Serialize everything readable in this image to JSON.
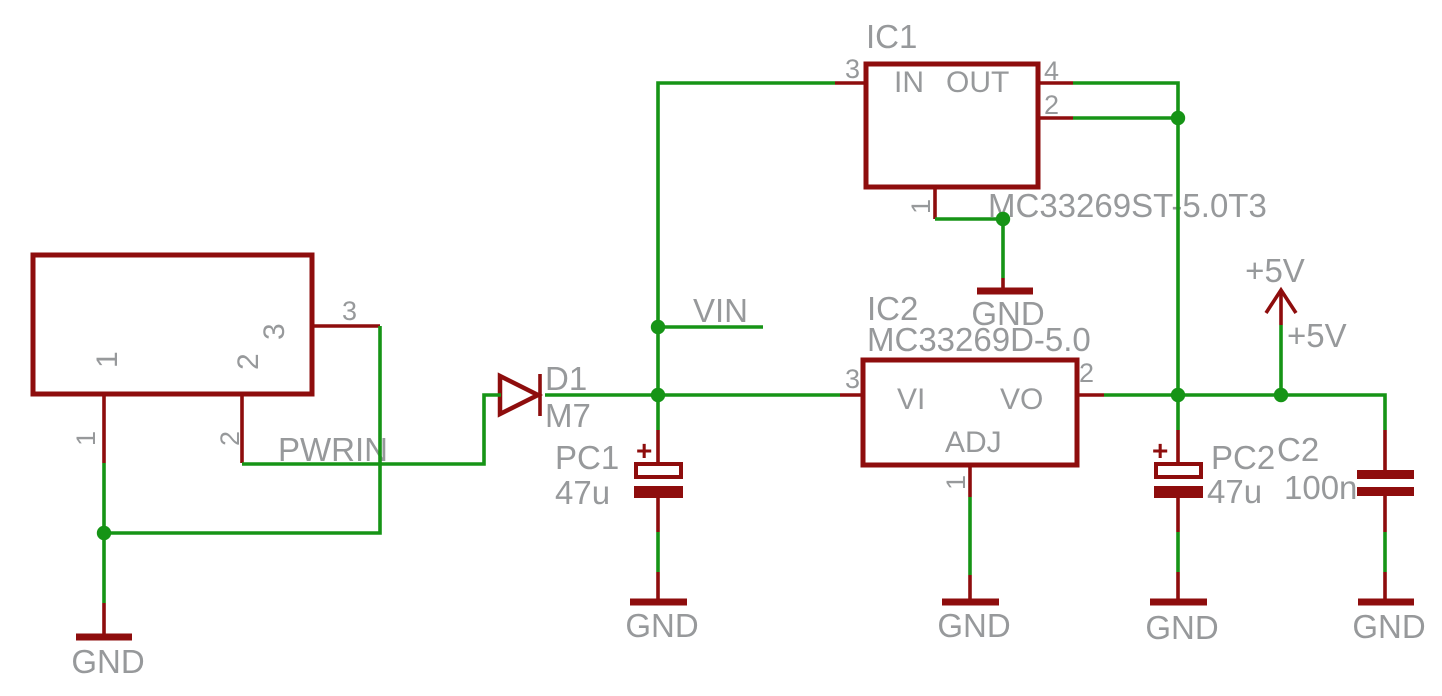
{
  "colors": {
    "symbol": "#8E0D0D",
    "net": "#169416",
    "text": "#97999B"
  },
  "power_connector": {
    "inside_pins": [
      "1",
      "2",
      "3"
    ],
    "pin1": "1",
    "pin2": "2",
    "pin3": "3"
  },
  "ic1": {
    "ref": "IC1",
    "value": "MC33269ST-5.0T3",
    "port_in": "IN",
    "port_out": "OUT",
    "pin_in": "3",
    "pin_out4": "4",
    "pin_out2": "2",
    "pin_gnd": "1"
  },
  "ic2": {
    "ref": "IC2",
    "value": "MC33269D-5.0",
    "port_vi": "VI",
    "port_vo": "VO",
    "port_adj": "ADJ",
    "pin_vi": "3",
    "pin_vo": "2",
    "pin_adj": "1"
  },
  "diode": {
    "ref": "D1",
    "value": "M7"
  },
  "cap_pc1": {
    "ref": "PC1",
    "value": "47u",
    "polarity": "+"
  },
  "cap_pc2": {
    "ref": "PC2",
    "value": "47u",
    "polarity": "+"
  },
  "cap_c2": {
    "ref": "C2",
    "value": "100n"
  },
  "nets": {
    "pwrin": "PWRIN",
    "vin": "VIN",
    "supply": "+5V",
    "gnd": "GND"
  }
}
